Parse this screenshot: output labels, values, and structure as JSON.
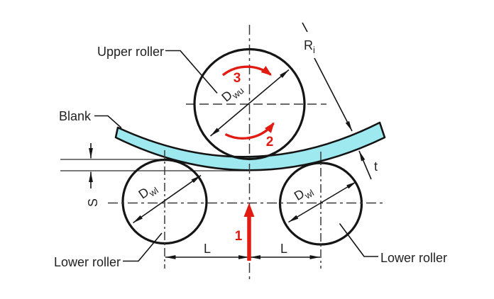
{
  "diagram": {
    "part_labels": {
      "upper_roller": "Upper roller",
      "blank": "Blank",
      "lower_roller_left": "Lower roller",
      "lower_roller_right": "Lower roller"
    },
    "dimensions": {
      "inner_radius_symbol": "R",
      "inner_radius_subscript": "i",
      "sheet_thickness": "t",
      "vertical_offset": "S",
      "roller_spacing_left": "L",
      "roller_spacing_right": "L",
      "upper_roller_diameter_symbol": "D",
      "upper_roller_diameter_subscript": "wu",
      "lower_left_diameter_symbol": "D",
      "lower_left_diameter_subscript": "wl",
      "lower_right_diameter_symbol": "D",
      "lower_right_diameter_subscript": "wl"
    },
    "step_markers": {
      "force_arrow": "1",
      "lower_rotation_arc": "2",
      "upper_rotation_arc": "3"
    },
    "colors": {
      "background": "#FFFFFF",
      "blank_fill": "#9EE9EF",
      "outline": "#151515",
      "centerline": "#3A3A3A",
      "accent_red": "#E11A12",
      "text": "#222222"
    }
  }
}
